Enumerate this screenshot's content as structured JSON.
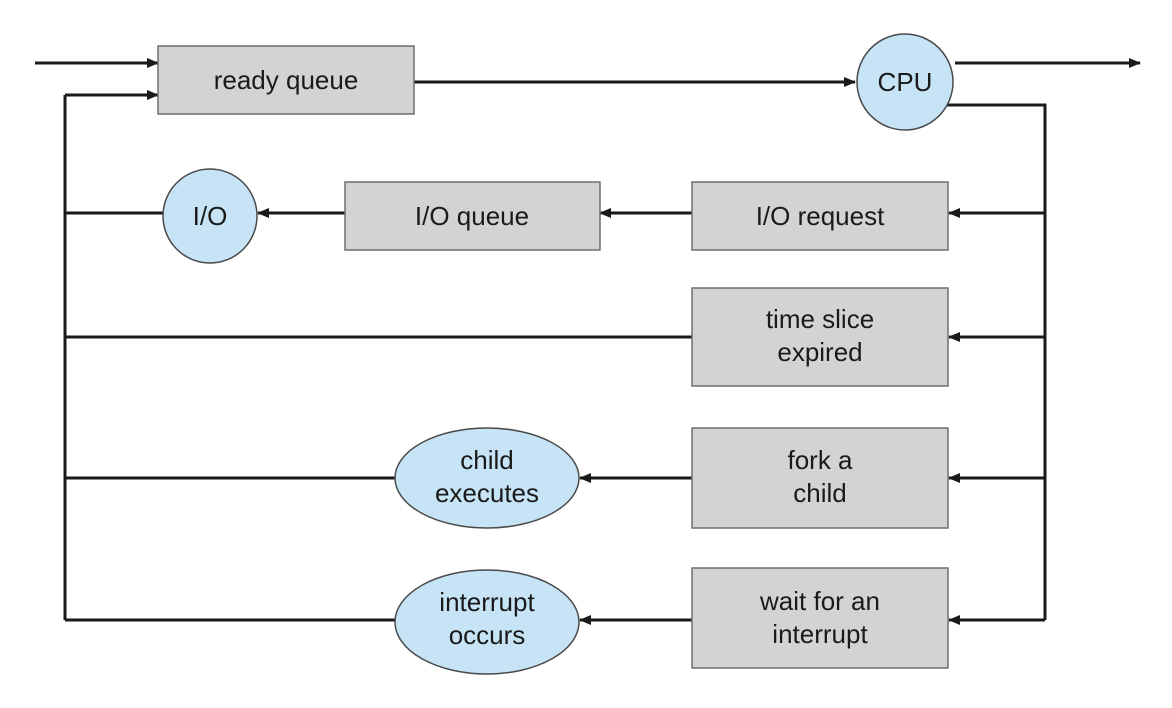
{
  "nodes": {
    "ready_queue": "ready queue",
    "cpu": "CPU",
    "io_request": "I/O request",
    "io_queue": "I/O queue",
    "io": "I/O",
    "time_slice_1": "time slice",
    "time_slice_2": "expired",
    "fork_1": "fork a",
    "fork_2": "child",
    "child_exec_1": "child",
    "child_exec_2": "executes",
    "wait_1": "wait for an",
    "wait_2": "interrupt",
    "interrupt_occurs_1": "interrupt",
    "interrupt_occurs_2": "occurs"
  },
  "colors": {
    "box_fill": "#d3d3d3",
    "circle_fill": "#c6e4f5",
    "line": "#1a1a1a"
  }
}
